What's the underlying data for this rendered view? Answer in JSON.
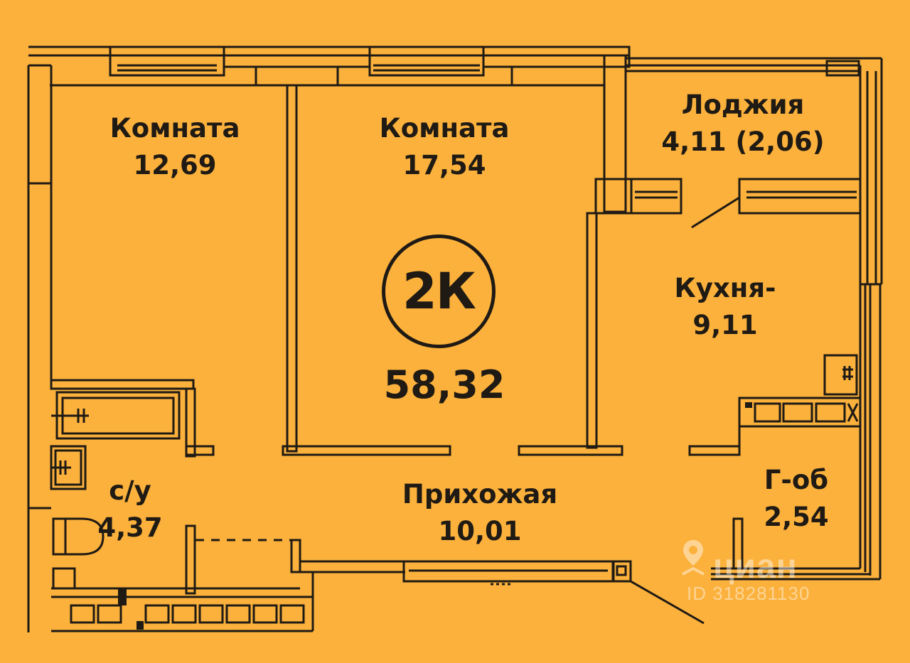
{
  "plan": {
    "type_badge": "2К",
    "total_area": "58,32",
    "rooms": [
      {
        "name": "Комната",
        "area": "12,69"
      },
      {
        "name": "Комната",
        "area": "17,54"
      },
      {
        "name": "Лоджия",
        "area": "4,11 (2,06)"
      },
      {
        "name": "Кухня-",
        "area": "9,11"
      },
      {
        "name": "с/у",
        "area": "4,37"
      },
      {
        "name": "Прихожая",
        "area": "10,01"
      },
      {
        "name": "Г-об",
        "area": "2,54"
      }
    ]
  },
  "watermark": {
    "brand": "циан",
    "id_text": "ID 318281130"
  },
  "colors": {
    "background": "#FBB13C",
    "lines": "#1F1A14"
  }
}
